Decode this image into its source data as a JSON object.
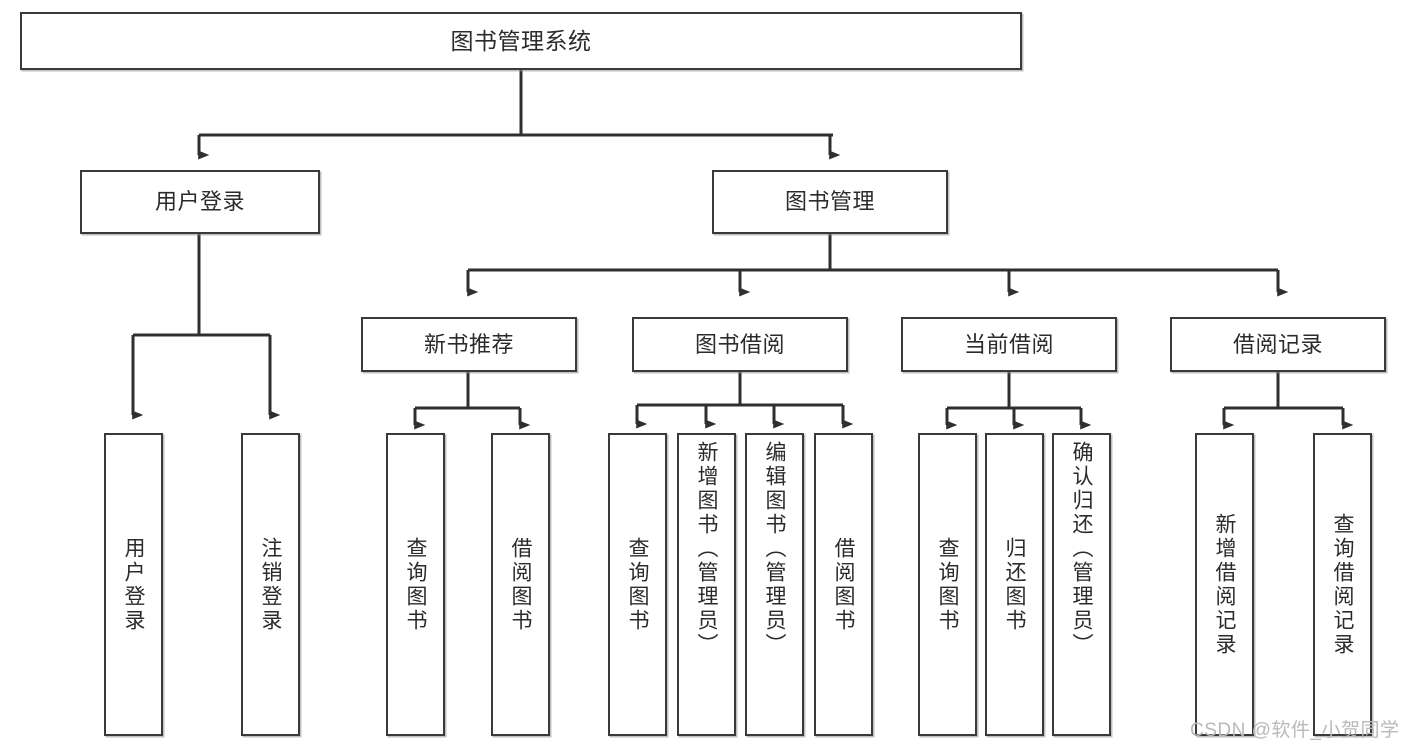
{
  "diagram": {
    "title": "图书管理系统",
    "type": "tree-hierarchy-diagram",
    "colors": {
      "node_border": "#3a3a3a",
      "node_fill": "#ffffff",
      "edge": "#2f2f2f",
      "background": "#ffffff",
      "watermark": "#b9b9b9"
    }
  },
  "nodes": {
    "root": {
      "label": "图书管理系统"
    },
    "level2": [
      {
        "label": "用户登录"
      },
      {
        "label": "图书管理"
      }
    ],
    "level3": [
      {
        "label": "新书推荐"
      },
      {
        "label": "图书借阅"
      },
      {
        "label": "当前借阅"
      },
      {
        "label": "借阅记录"
      }
    ],
    "leaves": {
      "user_login": [
        {
          "label": "用户登录"
        },
        {
          "label": "注销登录"
        }
      ],
      "new_book_recommend": [
        {
          "label": "查询图书"
        },
        {
          "label": "借阅图书"
        }
      ],
      "book_borrow": [
        {
          "label": "查询图书"
        },
        {
          "label": "新增图书（管理员）"
        },
        {
          "label": "编辑图书（管理员）"
        },
        {
          "label": "借阅图书"
        }
      ],
      "current_borrow": [
        {
          "label": "查询图书"
        },
        {
          "label": "归还图书"
        },
        {
          "label": "确认归还（管理员）"
        }
      ],
      "borrow_record": [
        {
          "label": "新增借阅记录"
        },
        {
          "label": "查询借阅记录"
        }
      ]
    }
  },
  "watermark": {
    "text": "CSDN @软件_小贺同学"
  }
}
